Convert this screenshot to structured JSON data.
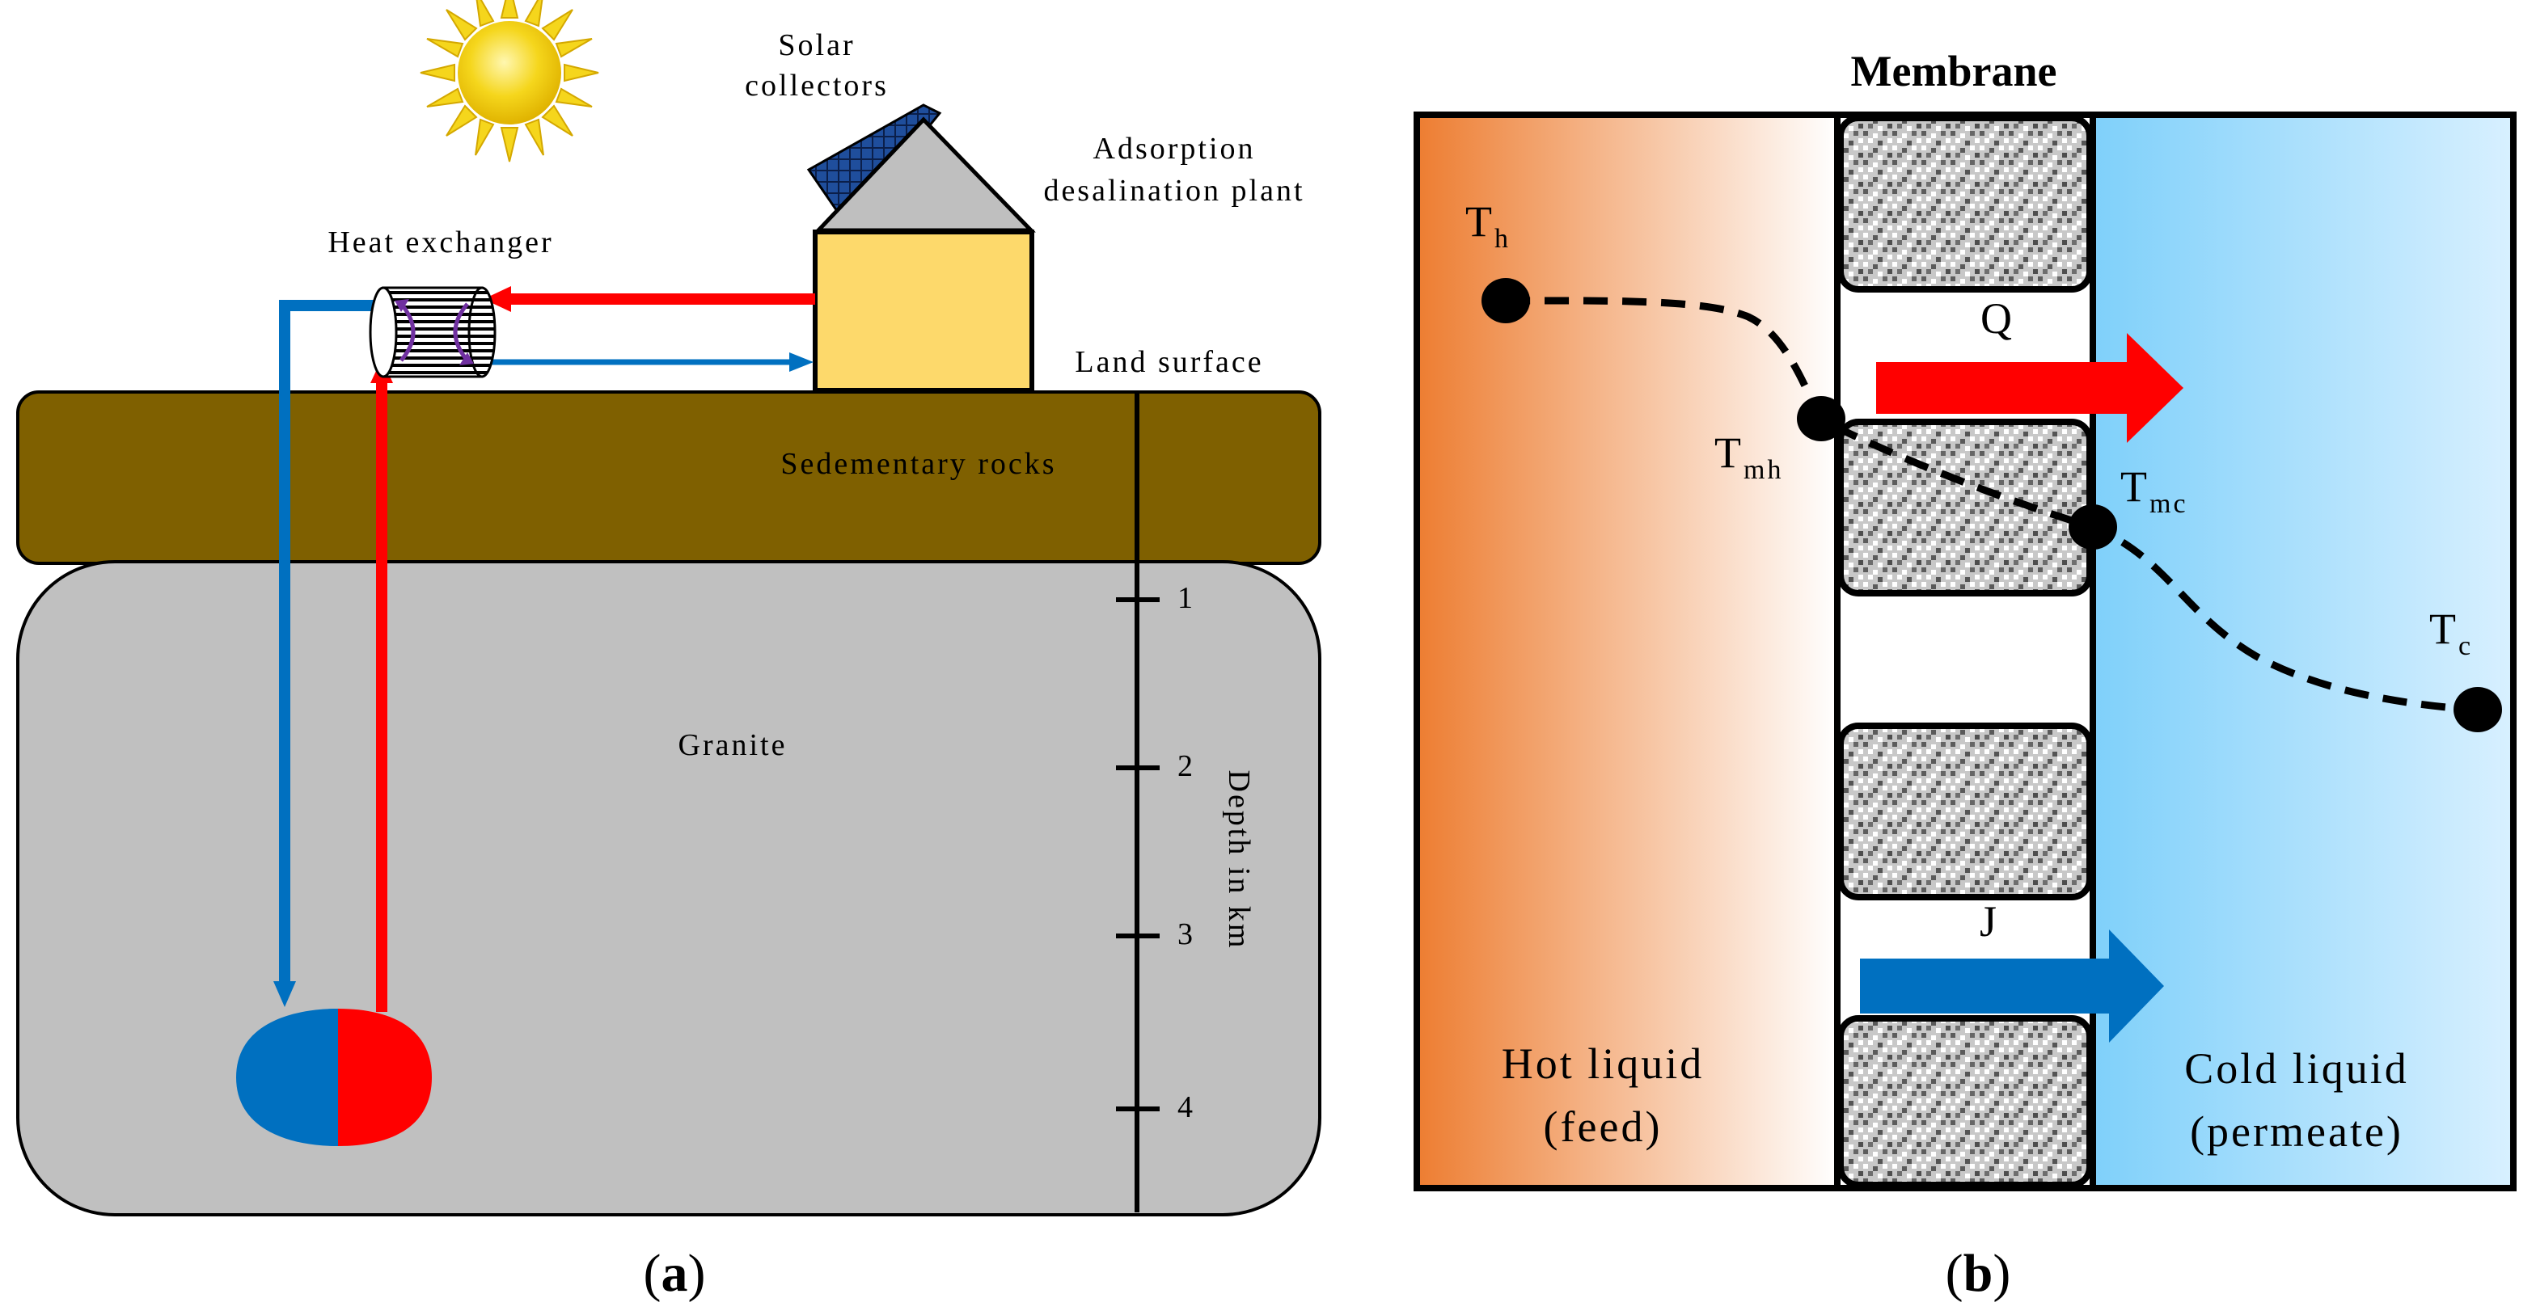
{
  "panel_a": {
    "caption_open": "(",
    "caption_letter": "a",
    "caption_close": ")",
    "solar_collectors_line1": "Solar",
    "solar_collectors_line2": "collectors",
    "adsorption_line1": "Adsorption",
    "adsorption_line2": "desalination plant",
    "heat_exchanger": "Heat exchanger",
    "land_surface": "Land surface",
    "sedimentary_rocks": "Sedementary rocks",
    "granite": "Granite",
    "depth_label": "Depth in km",
    "depth_ticks": [
      "1",
      "2",
      "3",
      "4"
    ],
    "colors": {
      "sun": "#f2d21a",
      "solar_panel": "#1f4e9c",
      "roof": "#bfbfbf",
      "house": "#fcd76a",
      "sediment": "#7f6000",
      "granite": "#c0c0c0",
      "hot_pipe": "#ff0000",
      "cold_pipe": "#0070c0",
      "exchanger_arrows": "#7030a0"
    }
  },
  "panel_b": {
    "caption_open": "(",
    "caption_letter": "b",
    "caption_close": ")",
    "membrane": "Membrane",
    "th_main": "T",
    "th_sub": "h",
    "tmh_main": "T",
    "tmh_sub": "mh",
    "tmc_main": "T",
    "tmc_sub": "mc",
    "tc_main": "T",
    "tc_sub": "c",
    "q_label": "Q",
    "j_label": "J",
    "hot_liquid_line1": "Hot liquid",
    "hot_liquid_line2": "(feed)",
    "cold_liquid_line1": "Cold liquid",
    "cold_liquid_line2": "(permeate)",
    "colors": {
      "hot_start": "#ed7d31",
      "hot_end": "#ffffff",
      "cold_start": "#7fd0fa",
      "cold_end": "#d6efff",
      "heat_arrow": "#ff0000",
      "mass_arrow": "#0070c0"
    }
  }
}
